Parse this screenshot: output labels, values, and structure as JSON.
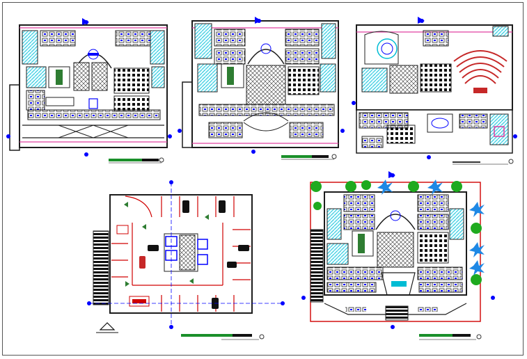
{
  "drawing": {
    "plans": [
      {
        "id": "plan-first-floor"
      },
      {
        "id": "plan-second-floor"
      },
      {
        "id": "plan-third-floor"
      },
      {
        "id": "plan-basement-parking"
      },
      {
        "id": "plan-ground-floor"
      }
    ],
    "colors": {
      "wall": "#1c1c1c",
      "partition": "#2a2a2a",
      "furniture": "#0000ff",
      "cyan": "#00bcd4",
      "magenta": "#e040a0",
      "green": "#2e7d32",
      "bright-green": "#33cc33",
      "red": "#d00000",
      "tree": "#1faa1f",
      "title-bar": "#1a8f2a"
    }
  }
}
